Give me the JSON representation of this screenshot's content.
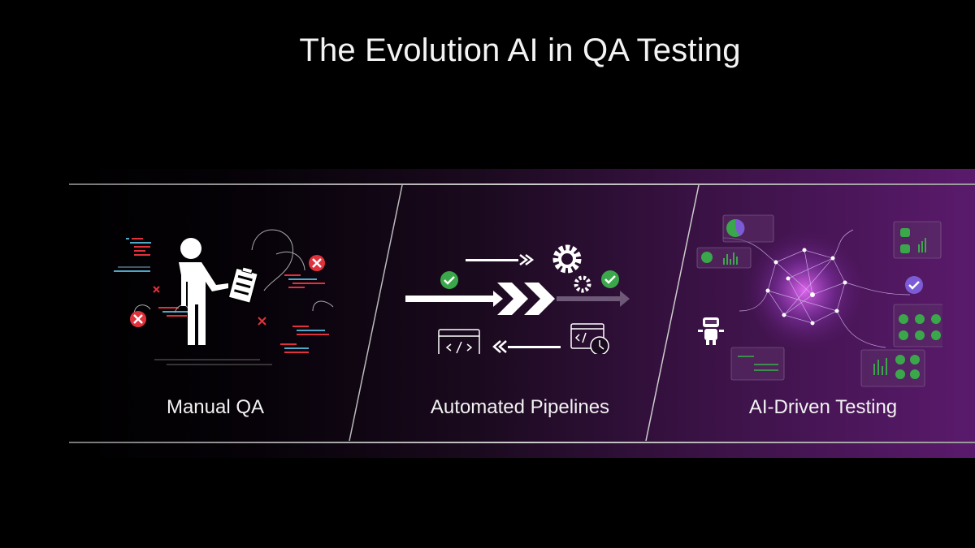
{
  "title": "The Evolution AI in QA Testing",
  "panels": [
    {
      "label": "Manual QA",
      "icon": "person-with-clipboard"
    },
    {
      "label": "Automated Pipelines",
      "icon": "pipeline-arrows-gears"
    },
    {
      "label": "AI-Driven Testing",
      "icon": "neural-network-dashboard"
    }
  ],
  "colors": {
    "error": "#e0323c",
    "success": "#3aa84a",
    "accent": "#5a1a6c",
    "ai-check": "#7c5cd6"
  }
}
